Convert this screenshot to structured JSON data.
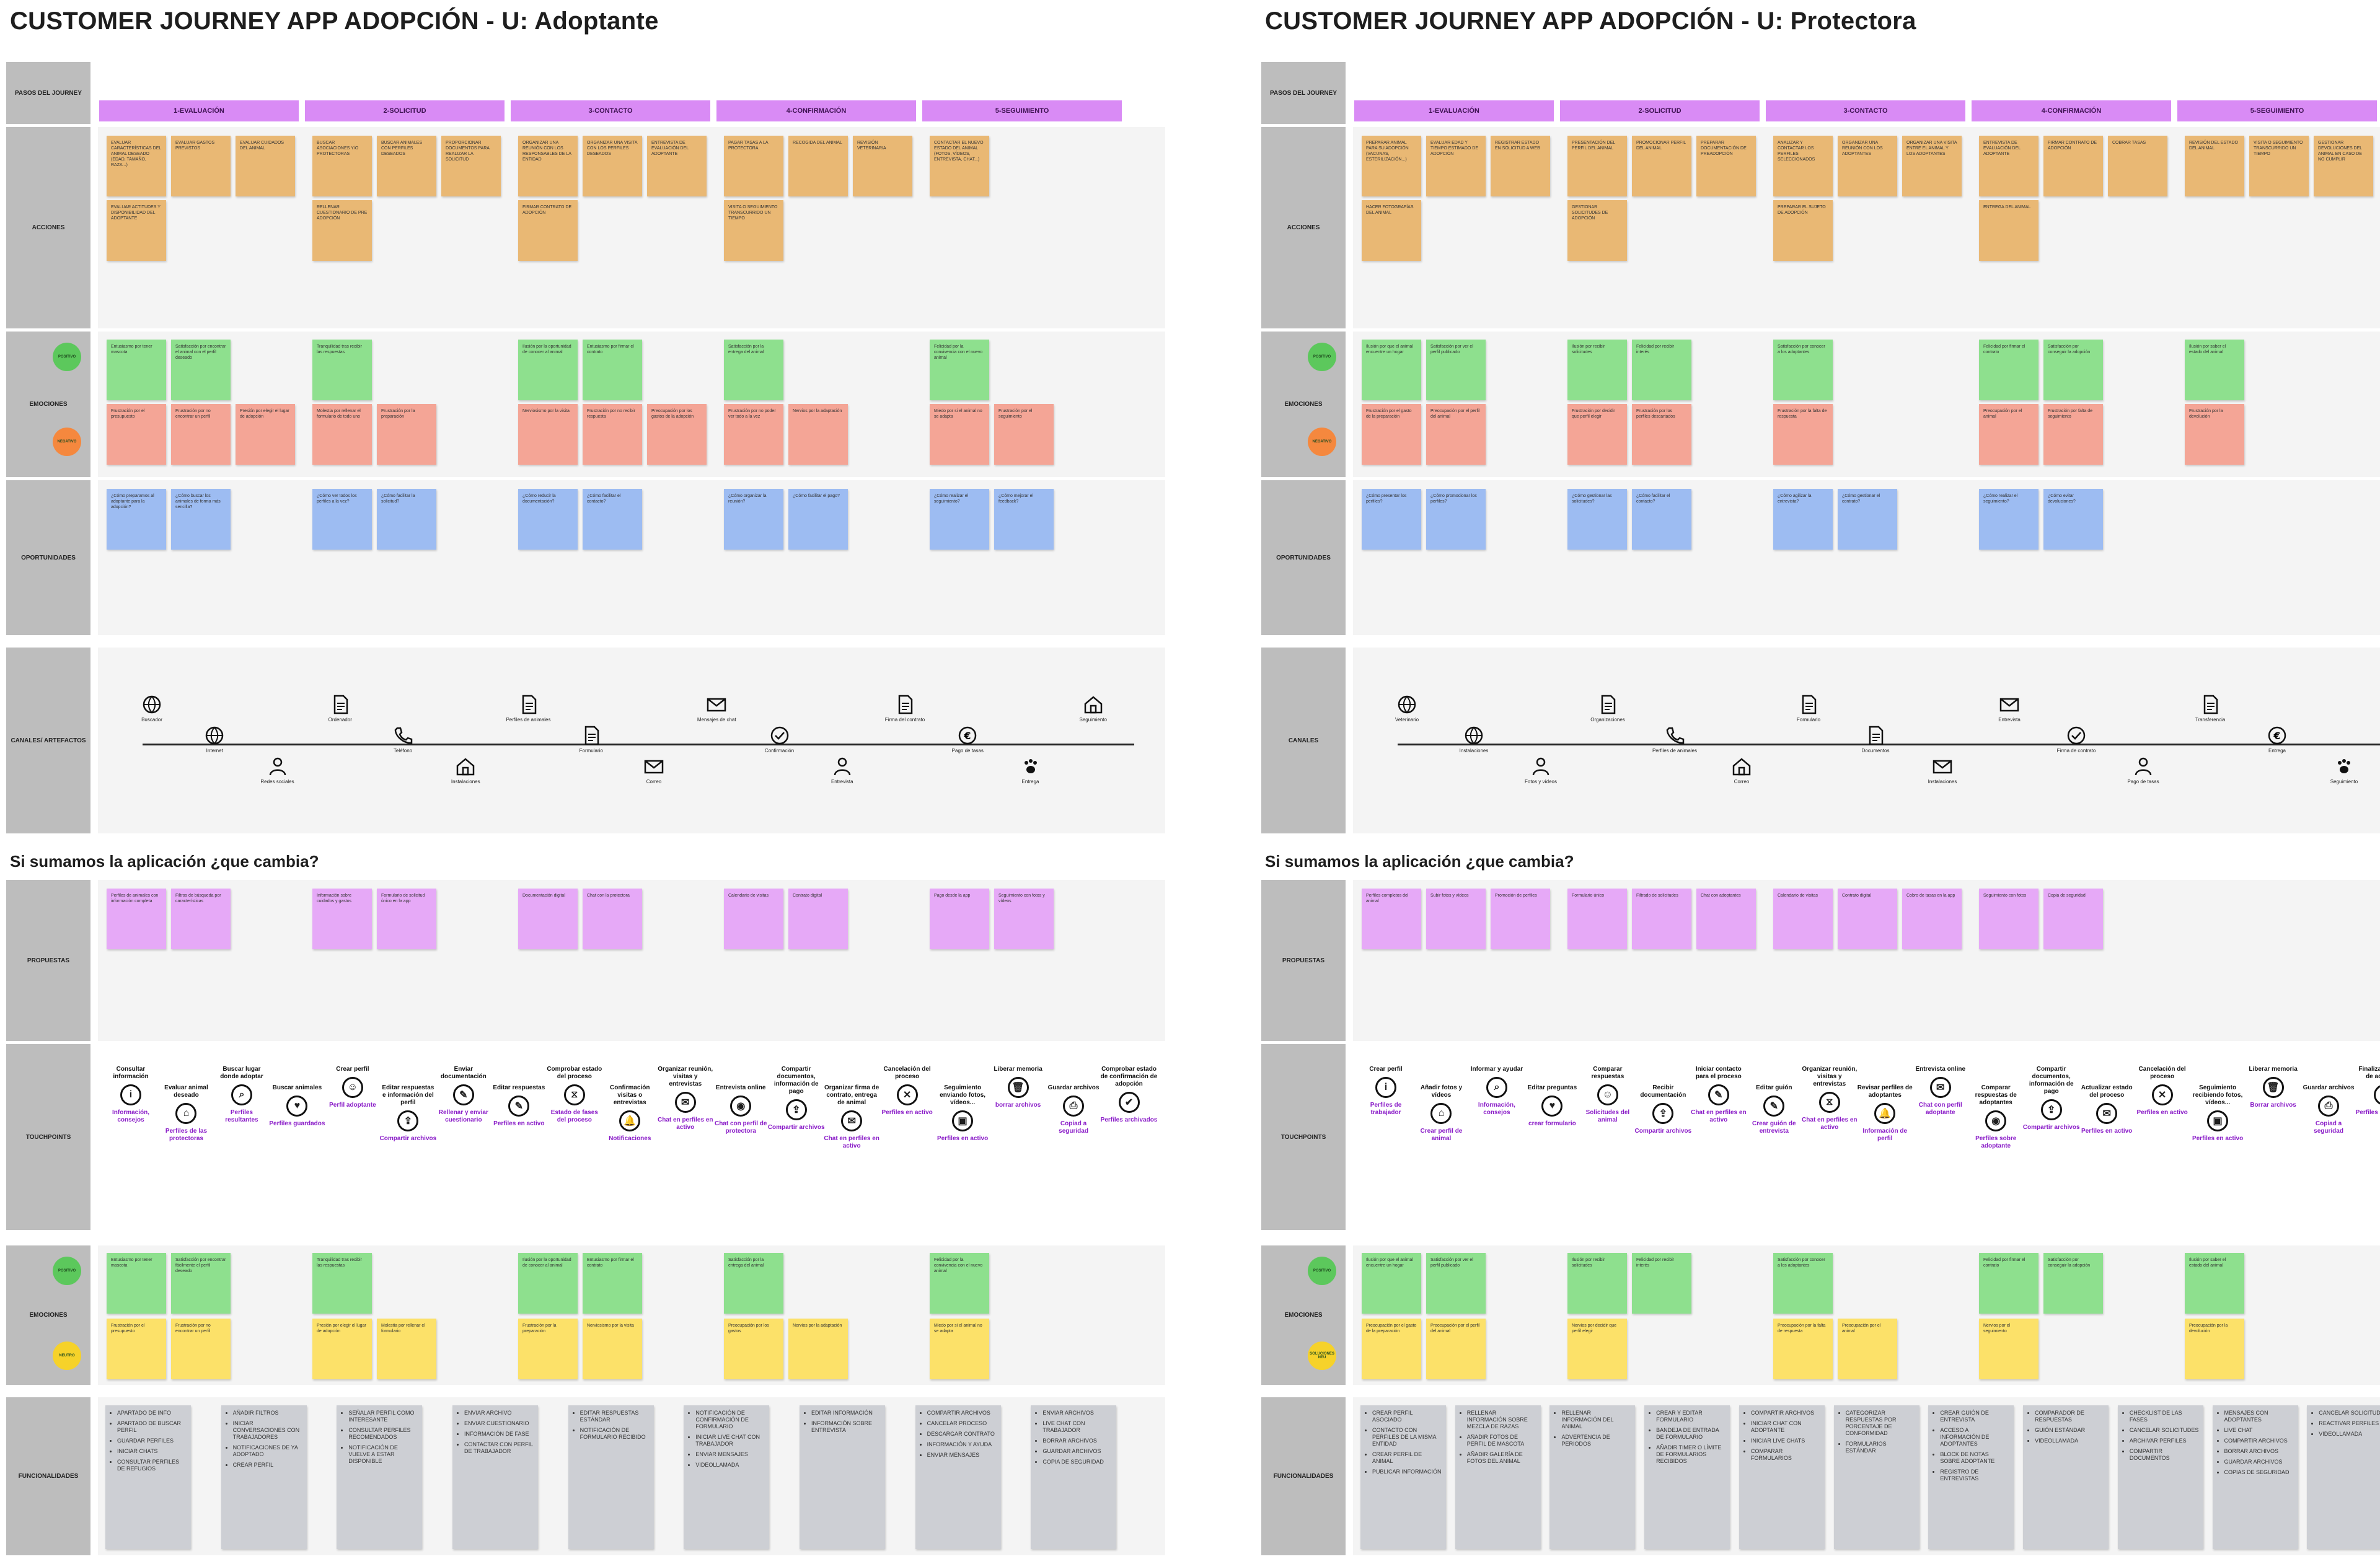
{
  "boards": [
    {
      "title": "CUSTOMER JOURNEY APP ADOPCIÓN - U: Adoptante",
      "rows": {
        "pasos": "PASOS DEL JOURNEY",
        "acciones": "ACCIONES",
        "emociones": "EMOCIONES",
        "oportunidades": "OPORTUNIDADES",
        "canales": "CANALES/ ARTEFACTOS",
        "propuestas": "PROPUESTAS",
        "touchpoints": "TOUCHPOINTS",
        "emociones2": "EMOCIONES",
        "funcionalidades": "FUNCIONALIDADES"
      },
      "badges": {
        "positivo": "POSITIVO",
        "negativo": "NEGATIVO",
        "neutro": "NEUTRO"
      },
      "phases": [
        "1-EVALUACIÓN",
        "2-SOLICITUD",
        "3-CONTACTO",
        "4-CONFIRMACIÓN",
        "5-SEGUIMIENTO"
      ],
      "section": "Si sumamos la aplicación ¿que cambia?",
      "acciones": [
        "EVALUAR CARACTERÍSTICAS DEL ANIMAL DESEADO (EDAD, TAMAÑO, RAZA...)",
        "EVALUAR GASTOS PREVISTOS",
        "EVALUAR CUIDADOS DEL ANIMAL",
        "EVALUAR ACTITUDES Y DISPONIBILIDAD DEL ADOPTANTE",
        "BUSCAR ASOCIACIONES Y/O PROTECTORAS",
        "BUSCAR ANIMALES CON PERFILES DESEADOS",
        "PROPORCIONAR DOCUMENTOS PARA REALIZAR LA SOLICITUD",
        "RELLENAR CUESTIONARIO DE PRE ADOPCIÓN",
        "ORGANIZAR UNA REUNIÓN CON LOS RESPONSABLES DE LA ENTIDAD",
        "ORGANIZAR UNA VISITA CON LOS PERFILES DESEADOS",
        "ENTREVISTA DE EVALUACIÓN DEL ADOPTANTE",
        "FIRMAR CONTRATO DE ADOPCIÓN",
        "PAGAR TASAS A LA PROTECTORA",
        "RECOGIDA DEL ANIMAL",
        "REVISIÓN VETERINARIA",
        "VISITA O SEGUIMIENTO TRANSCURRIDO UN TIEMPO",
        "CONTACTAR EL NUEVO ESTADO DEL ANIMAL (FOTOS, VÍDEOS, ENTREVISTA, CHAT...)"
      ],
      "emo_pos": [
        "Entusiasmo por tener mascota",
        "Satisfacción por encontrar el animal con el perfil deseado",
        "Tranquilidad tras recibir las respuestas",
        "Ilusión por la oportunidad de conocer al animal",
        "Entusiasmo por firmar el contrato",
        "Satisfacción por la entrega del animal",
        "Felicidad por la convivencia con el nuevo animal"
      ],
      "emo_neg": [
        "Frustración por el presupuesto",
        "Frustración por no encontrar un perfil",
        "Presión por elegir el lugar de adopción",
        "Molestia por rellenar el formulario de todo uno",
        "Frustración por la preparación",
        "Nerviosismo por la visita",
        "Frustración por no recibir respuesta",
        "Preocupación por los gastos de la adopción",
        "Frustración por no poder ver todo a la vez",
        "Nervios por la adaptación",
        "Miedo por si el animal no se adapta",
        "Frustración por el seguimiento"
      ],
      "oportunidades": [
        "¿Cómo preparamos al adoptante para la adopción?",
        "¿Cómo buscar los animales de forma más sencilla?",
        "¿Cómo ver todos los perfiles a la vez?",
        "¿Cómo facilitar la solicitud?",
        "¿Cómo reducir la documentación?",
        "¿Cómo facilitar el contacto?",
        "¿Cómo organizar la reunión?",
        "¿Cómo facilitar el pago?",
        "¿Cómo realizar el seguimiento?",
        "¿Cómo mejorar el feedback?"
      ],
      "canales": [
        "Buscador",
        "Internet",
        "Redes sociales",
        "Ordenador",
        "Teléfono",
        "Instalaciones",
        "Perfiles de animales",
        "Formulario",
        "Correo",
        "Mensajes de chat",
        "Confirmación",
        "Entrevista",
        "Firma del contrato",
        "Pago de tasas",
        "Entrega",
        "Seguimiento"
      ],
      "propuestas": [
        "Perfiles de animales con información completa",
        "Filtros de búsqueda por características",
        "Información sobre cuidados y gastos",
        "Formulario de solicitud único en la app",
        "Documentación digital",
        "Chat con la protectora",
        "Calendario de visitas",
        "Contrato digital",
        "Pago desde la app",
        "Seguimiento con fotos y vídeos"
      ],
      "touchpoints": [
        {
          "top": "Consultar información",
          "link": "Información, consejos"
        },
        {
          "top": "Evaluar animal deseado",
          "link": "Perfiles de las protectoras"
        },
        {
          "top": "Buscar lugar donde adoptar",
          "link": "Perfiles resultantes"
        },
        {
          "top": "Buscar animales",
          "link": "Perfiles guardados"
        },
        {
          "top": "Crear perfil",
          "link": "Perfil adoptante"
        },
        {
          "top": "Editar respuestas e información del perfil",
          "link": "Compartir archivos"
        },
        {
          "top": "Enviar documentación",
          "link": "Rellenar y enviar cuestionario"
        },
        {
          "top": "Editar respuestas",
          "link": "Perfiles en activo"
        },
        {
          "top": "Comprobar estado del proceso",
          "link": "Estado de fases del proceso"
        },
        {
          "top": "Confirmación visitas o entrevistas",
          "link": "Notificaciones"
        },
        {
          "top": "Organizar reunión, visitas y entrevistas",
          "link": "Chat en perfiles en activo"
        },
        {
          "top": "Entrevista online",
          "link": "Chat con perfil de protectora"
        },
        {
          "top": "Compartir documentos, información de pago",
          "link": "Compartir archivos"
        },
        {
          "top": "Organizar firma de contrato, entrega de animal",
          "link": "Chat en perfiles en activo"
        },
        {
          "top": "Cancelación del proceso",
          "link": "Perfiles en activo"
        },
        {
          "top": "Seguimiento enviando fotos, vídeos...",
          "link": "Perfiles en activo"
        },
        {
          "top": "Liberar memoria",
          "link": "borrar archivos"
        },
        {
          "top": "Guardar archivos",
          "link": "Copiad a seguridad"
        },
        {
          "top": "Comprobar estado de confirmación de adopción",
          "link": "Perfiles archivados"
        }
      ],
      "emo2_pos": [
        "Entusiasmo por tener mascota",
        "Satisfacción por encontrar fácilmente el perfil deseado",
        "Tranquilidad tras recibir las respuestas",
        "Ilusión por la oportunidad de conocer al animal",
        "Entusiasmo por firmar el contrato",
        "Satisfacción por la entrega del animal",
        "Felicidad por la convivencia con el nuevo animal"
      ],
      "emo2_neu": [
        "Frustración por el presupuesto",
        "Frustración por no encontrar un perfil",
        "Presión por elegir el lugar de adopción",
        "Molestia por rellenar el formulario",
        "Frustración por la preparación",
        "Nerviosismo por la visita",
        "Preocupación por los gastos",
        "Nervios por la adaptación",
        "Miedo por si el animal no se adapta"
      ],
      "funcionalidades": [
        [
          "APARTADO DE INFO",
          "APARTADO DE BUSCAR PERFIL",
          "GUARDAR PERFILES",
          "INICIAR CHATS",
          "CONSULTAR PERFILES DE REFUGIOS"
        ],
        [
          "AÑADIR FILTROS",
          "INICIAR CONVERSACIONES CON TRABAJADORES",
          "NOTIFICACIONES DE YA ADOPTADO",
          "CREAR PERFIL"
        ],
        [
          "SEÑALAR PERFIL COMO INTERESANTE",
          "CONSULTAR PERFILES RECOMENDADOS",
          "NOTIFICACIÓN DE VUELVE A ESTAR DISPONIBLE"
        ],
        [
          "ENVIAR ARCHIVO",
          "ENVIAR CUESTIONARIO",
          "INFORMACIÓN DE FASE",
          "CONTACTAR CON PERFIL DE TRABAJADOR"
        ],
        [
          "EDITAR RESPUESTAS ESTÁNDAR",
          "NOTIFICACIÓN DE FORMULARIO RECIBIDO"
        ],
        [
          "NOTIFICACIÓN DE CONFIRMACIÓN DE FORMULARIO",
          "INICIAR LIVE CHAT CON TRABAJADOR",
          "ENVIAR MENSAJES",
          "VIDEOLLAMADA"
        ],
        [
          "EDITAR INFORMACIÓN",
          "INFORMACIÓN SOBRE ENTREVISTA"
        ],
        [
          "COMPARTIR ARCHIVOS",
          "CANCELAR PROCESO",
          "DESCARGAR CONTRATO",
          "INFORMACIÓN Y AYUDA",
          "ENVIAR MENSAJES"
        ],
        [
          "ENVIAR ARCHIVOS",
          "LIVE CHAT CON TRABAJADOR",
          "BORRAR ARCHIVOS",
          "GUARDAR ARCHIVOS",
          "COPIA DE SEGURIDAD"
        ]
      ]
    },
    {
      "title": "CUSTOMER JOURNEY APP ADOPCIÓN - U: Protectora",
      "rows": {
        "pasos": "PASOS DEL JOURNEY",
        "acciones": "ACCIONES",
        "emociones": "EMOCIONES",
        "oportunidades": "OPORTUNIDADES",
        "canales": "CANALES",
        "propuestas": "PROPUESTAS",
        "touchpoints": "TOUCHPOINTS",
        "emociones2": "EMOCIONES",
        "funcionalidades": "FUNCIONALIDADES"
      },
      "badges": {
        "positivo": "POSITIVO",
        "negativo": "NEGATIVO",
        "neutro": "SOLUCIONES NEU"
      },
      "phases": [
        "1-EVALUACIÓN",
        "2-SOLICITUD",
        "3-CONTACTO",
        "4-CONFIRMACIÓN",
        "5-SEGUIMIENTO"
      ],
      "section": "Si sumamos la aplicación ¿que cambia?",
      "acciones": [
        "PREPARAR ANIMAL PARA SU ADOPCIÓN (VACUNAS, ESTERILIZACIÓN...)",
        "EVALUAR EDAD Y TIEMPO ESTIMADO DE ADOPCIÓN",
        "REGISTRAR ESTADO EN SOLICITUD A WEB",
        "HACER FOTOGRAFÍAS DEL ANIMAL",
        "PRESENTACIÓN DEL PERFIL DEL ANIMAL",
        "PROMOCIONAR PERFIL DEL ANIMAL",
        "PREPARAR DOCUMENTACIÓN DE PREADOPCIÓN",
        "GESTIONAR SOLICITUDES DE ADOPCIÓN",
        "ANALIZAR Y CONTACTAR LOS PERFILES SELECCIONADOS",
        "ORGANIZAR UNA REUNIÓN CON LOS ADOPTANTES",
        "ORGANIZAR UNA VISITA ENTRE EL ANIMAL Y LOS ADOPTANTES",
        "PREPARAR EL SUJETO DE ADOPCIÓN",
        "ENTREVISTA DE EVALUACIÓN DEL ADOPTANTE",
        "FIRMAR CONTRATO DE ADOPCIÓN",
        "COBRAR TASAS",
        "ENTREGA DEL ANIMAL",
        "REVISIÓN DEL ESTADO DEL ANIMAL",
        "VISITA O SEGUIMIENTO TRANSCURRIDO UN TIEMPO",
        "GESTIONAR DEVOLUCIONES DEL ANIMAL EN CASO DE NO CUMPLIR"
      ],
      "emo_pos": [
        "Ilusión por que el animal encuentre un hogar",
        "Satisfacción por ver el perfil publicado",
        "Ilusión por recibir solicitudes",
        "Felicidad por recibir interés",
        "Satisfacción por conocer a los adoptantes",
        "Felicidad por firmar el contrato",
        "Satisfacción por conseguir la adopción",
        "Ilusión por saber el estado del animal"
      ],
      "emo_neg": [
        "Frustración por el gasto de la preparación",
        "Preocupación por el perfil del animal",
        "Frustración por decidir que perfil elegir",
        "Frustración por los perfiles descartados",
        "Frustración por la falta de respuesta",
        "Preocupación por el animal",
        "Frustración por falta de seguimiento",
        "Frustración por la devolución"
      ],
      "oportunidades": [
        "¿Cómo presentar los perfiles?",
        "¿Cómo promocionar los perfiles?",
        "¿Cómo gestionar las solicitudes?",
        "¿Cómo facilitar el contacto?",
        "¿Cómo agilizar la entrevista?",
        "¿Cómo gestionar el contrato?",
        "¿Cómo realizar el seguimiento?",
        "¿Cómo evitar devoluciones?"
      ],
      "canales": [
        "Veterinario",
        "Instalaciones",
        "Fotos y vídeos",
        "Organizaciones",
        "Perfiles de animales",
        "Correo",
        "Formulario",
        "Documentos",
        "Instalaciones",
        "Entrevista",
        "Firma de contrato",
        "Pago de tasas",
        "Transferencia",
        "Entrega",
        "Seguimiento"
      ],
      "propuestas": [
        "Perfiles completos del animal",
        "Subir fotos y vídeos",
        "Promoción de perfiles",
        "Formulario único",
        "Filtrado de solicitudes",
        "Chat con adoptantes",
        "Calendario de visitas",
        "Contrato digital",
        "Cobro de tasas en la app",
        "Seguimiento con fotos",
        "Copia de seguridad"
      ],
      "touchpoints": [
        {
          "top": "Crear perfil",
          "link": "Perfiles de trabajador"
        },
        {
          "top": "Añadir fotos y vídeos",
          "link": "Crear perfil de animal"
        },
        {
          "top": "Informar y ayudar",
          "link": "Información, consejos"
        },
        {
          "top": "Editar preguntas",
          "link": "crear formulario"
        },
        {
          "top": "Comparar respuestas",
          "link": "Solicitudes del animal"
        },
        {
          "top": "Recibir documentación",
          "link": "Compartir archivos"
        },
        {
          "top": "Iniciar contacto para el proceso",
          "link": "Chat en perfiles en activo"
        },
        {
          "top": "Editar guión",
          "link": "Crear guión de entrevista"
        },
        {
          "top": "Organizar reunión, visitas y entrevistas",
          "link": "Chat en perfiles en activo"
        },
        {
          "top": "Revisar perfiles de adoptantes",
          "link": "Información de perfil"
        },
        {
          "top": "Entrevista online",
          "link": "Chat con perfil adoptante"
        },
        {
          "top": "Comparar respuestas de adoptantes",
          "link": "Perfiles sobre adoptante"
        },
        {
          "top": "Compartir documentos, información de pago",
          "link": "Compartir archivos"
        },
        {
          "top": "Actualizar estado del proceso",
          "link": "Perfiles en activo"
        },
        {
          "top": "Cancelación del proceso",
          "link": "Perfiles en activo"
        },
        {
          "top": "Seguimiento recibiendo fotos, vídeos...",
          "link": "Perfiles en activo"
        },
        {
          "top": "Liberar memoria",
          "link": "Borrar archivos"
        },
        {
          "top": "Guardar archivos",
          "link": "Copiad a seguridad"
        },
        {
          "top": "Finalizar proceso de adopción",
          "link": "Perfiles archivados"
        }
      ],
      "emo2_pos": [
        "Ilusión por que el animal encuentre un hogar",
        "Satisfacción por ver el perfil publicado",
        "Ilusión por recibir solicitudes",
        "Felicidad por recibir interés",
        "Satisfacción por conocer a los adoptantes",
        "Felicidad por firmar el contrato",
        "Satisfacción por conseguir la adopción",
        "Ilusión por saber el estado del animal"
      ],
      "emo2_neu": [
        "Preocupación por el gasto de la preparación",
        "Preocupación por el perfil del animal",
        "Nervios por decidir que perfil elegir",
        "Preocupación por la falta de respuesta",
        "Preocupación por el animal",
        "Nervios por el seguimiento",
        "Preocupación por la devolución"
      ],
      "funcionalidades": [
        [
          "CREAR PERFIL ASOCIADO",
          "CONTACTO CON PERFILES DE LA MISMA ENTIDAD",
          "CREAR PERFIL DE ANIMAL",
          "PUBLICAR INFORMACIÓN"
        ],
        [
          "RELLENAR INFORMACIÓN SOBRE MEZCLA DE RAZAS",
          "AÑADIR FOTOS DE PERFIL DE MASCOTA",
          "AÑADIR GALERÍA DE FOTOS DEL ANIMAL"
        ],
        [
          "RELLENAR INFORMACIÓN DEL ANIMAL",
          "ADVERTENCIA DE PERIODOS"
        ],
        [
          "CREAR Y EDITAR FORMULARIO",
          "BANDEJA DE ENTRADA DE FORMULARIO",
          "AÑADIR TIMER O LÍMITE DE FORMULARIOS RECIBIDOS"
        ],
        [
          "COMPARTIR ARCHIVOS",
          "INICIAR CHAT CON ADOPTANTE",
          "INICIAR LIVE CHATS",
          "COMPARAR FORMULARIOS"
        ],
        [
          "CATEGORIZAR RESPUESTAS POR PORCENTAJE DE CONFORMIDAD",
          "FORMULARIOS ESTÁNDAR"
        ],
        [
          "CREAR GUIÓN DE ENTREVISTA",
          "ACCESO A INFORMACIÓN DE ADOPTANTES",
          "BLOCK DE NOTAS SOBRE ADOPTANTE",
          "REGISTRO DE ENTREVISTAS"
        ],
        [
          "COMPARADOR DE RESPUESTAS",
          "GUIÓN ESTÁNDAR",
          "VIDEOLLAMADA"
        ],
        [
          "CHECKLIST DE LAS FASES",
          "CANCELAR SOLICITUDES",
          "ARCHIVAR PERFILES",
          "COMPARTIR DOCUMENTOS"
        ],
        [
          "MENSAJES CON ADOPTANTES",
          "LIVE CHAT",
          "COMPARTIR ARCHIVOS",
          "BORRAR ARCHIVOS",
          "GUARDAR ARCHIVOS",
          "COPIAS DE SEGURIDAD"
        ],
        [
          "CANCELAR SOLICITUD",
          "REACTIVAR PERFILES",
          "VIDEOLLAMADA"
        ]
      ]
    }
  ],
  "colors": {
    "phase": "#d98bf5",
    "label_col": "#bdbdbd",
    "row_bg": "#f4f4f4",
    "acciones": "#e9b874",
    "positivo": "#8ee08e",
    "negativo": "#f4a596",
    "oportunidades": "#9dbcf2",
    "propuestas": "#e6a9f7",
    "neutro": "#fce169",
    "funcionalidades": "#cdcfd4",
    "link": "#8a1cc8"
  }
}
